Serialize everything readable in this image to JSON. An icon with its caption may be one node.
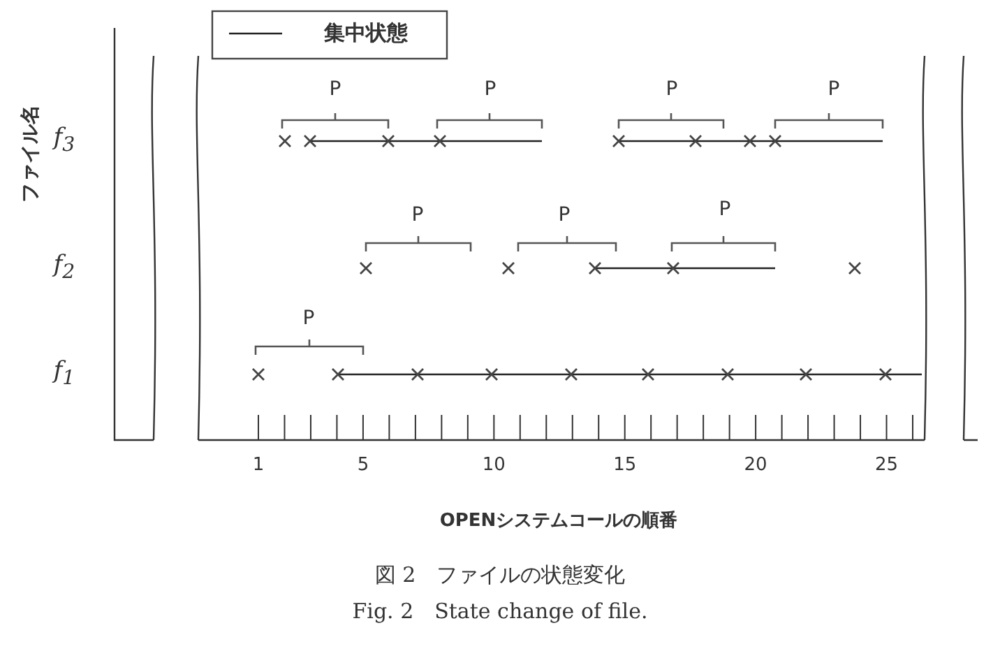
{
  "diagram": {
    "caption": "図 2　ファイルの状態変化",
    "labels": [
      "P",
      "P",
      "P",
      "P",
      "f$_{3}$",
      "P",
      "P",
      "P",
      "f$_{2}$",
      "P",
      "f$_{1}$",
      "ファイル名",
      "1",
      "5",
      "10",
      "15",
      "20",
      "25",
      "OPENシステムコールの順番",
      "Fig. 2　State change of file."
    ],
    "legend": [
      {
        "text": "集中状態"
      }
    ]
  }
}
